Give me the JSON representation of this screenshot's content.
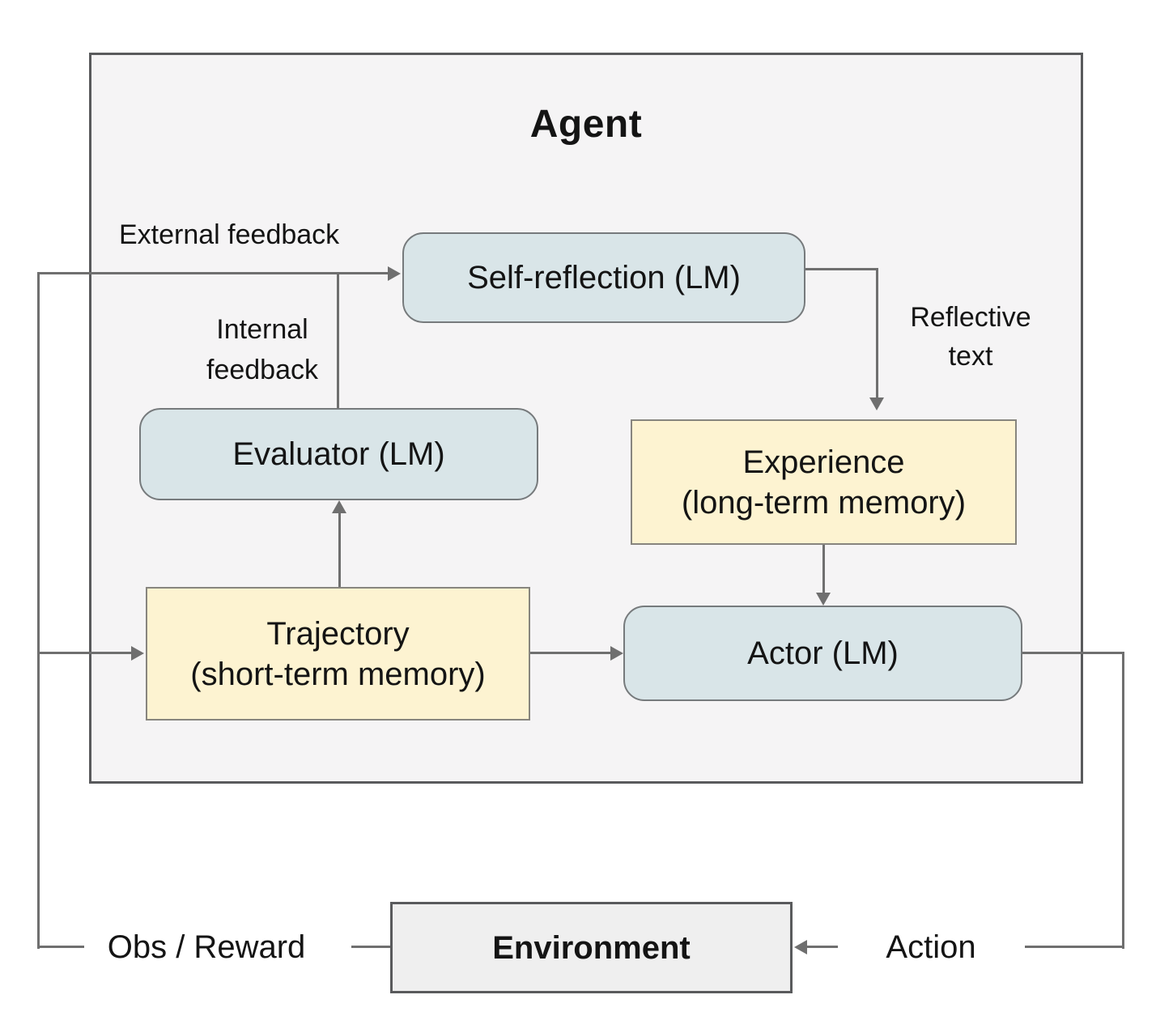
{
  "diagram": {
    "title": "Agent",
    "nodes": {
      "self_reflection": {
        "label": "Self-reflection (LM)"
      },
      "evaluator": {
        "label": "Evaluator (LM)"
      },
      "actor": {
        "label": "Actor (LM)"
      },
      "experience": {
        "label": "Experience",
        "sublabel": "(long-term memory)"
      },
      "trajectory": {
        "label": "Trajectory",
        "sublabel": "(short-term memory)"
      },
      "environment": {
        "label": "Environment"
      }
    },
    "edge_labels": {
      "external_feedback": "External feedback",
      "internal_feedback_line1": "Internal",
      "internal_feedback_line2": "feedback",
      "reflective_line1": "Reflective",
      "reflective_line2": "text",
      "obs_reward": "Obs / Reward",
      "action": "Action"
    },
    "colors": {
      "lm_node_fill": "#d9e5e8",
      "memory_node_fill": "#fdf3d1",
      "agent_fill": "#f5f4f5",
      "environment_fill": "#efefef",
      "connector_line": "#6f6f6f",
      "dark_border": "#595a5c",
      "text": "#141414"
    }
  }
}
